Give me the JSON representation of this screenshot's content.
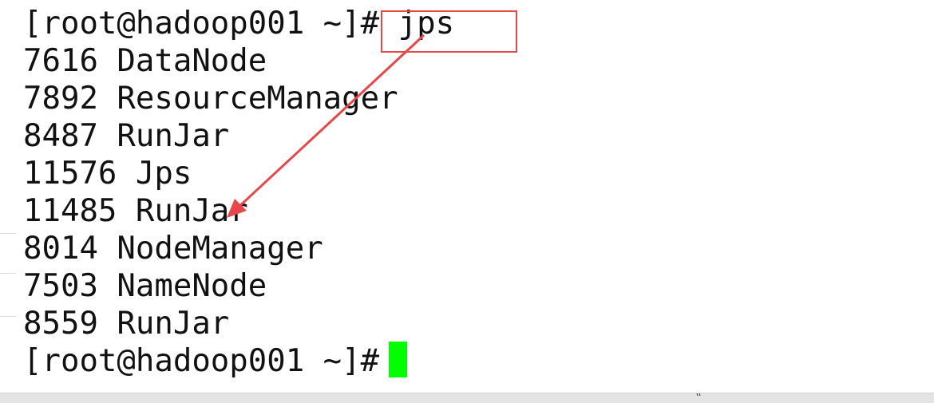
{
  "terminal": {
    "command_line": {
      "prompt": "[root@hadoop001 ~]# ",
      "command": "jps"
    },
    "output": [
      "7616 DataNode",
      "7892 ResourceManager",
      "8487 RunJar",
      "11576 Jps",
      "11485 RunJar",
      "8014 NodeManager",
      "7503 NameNode",
      "8559 RunJar"
    ],
    "current_prompt": "[root@hadoop001 ~]# ",
    "cursor_color": "#00ff00"
  },
  "annotation": {
    "color": "#e8474a",
    "highlighted_text": "jps",
    "arrow_target_line": "11485 RunJar"
  }
}
